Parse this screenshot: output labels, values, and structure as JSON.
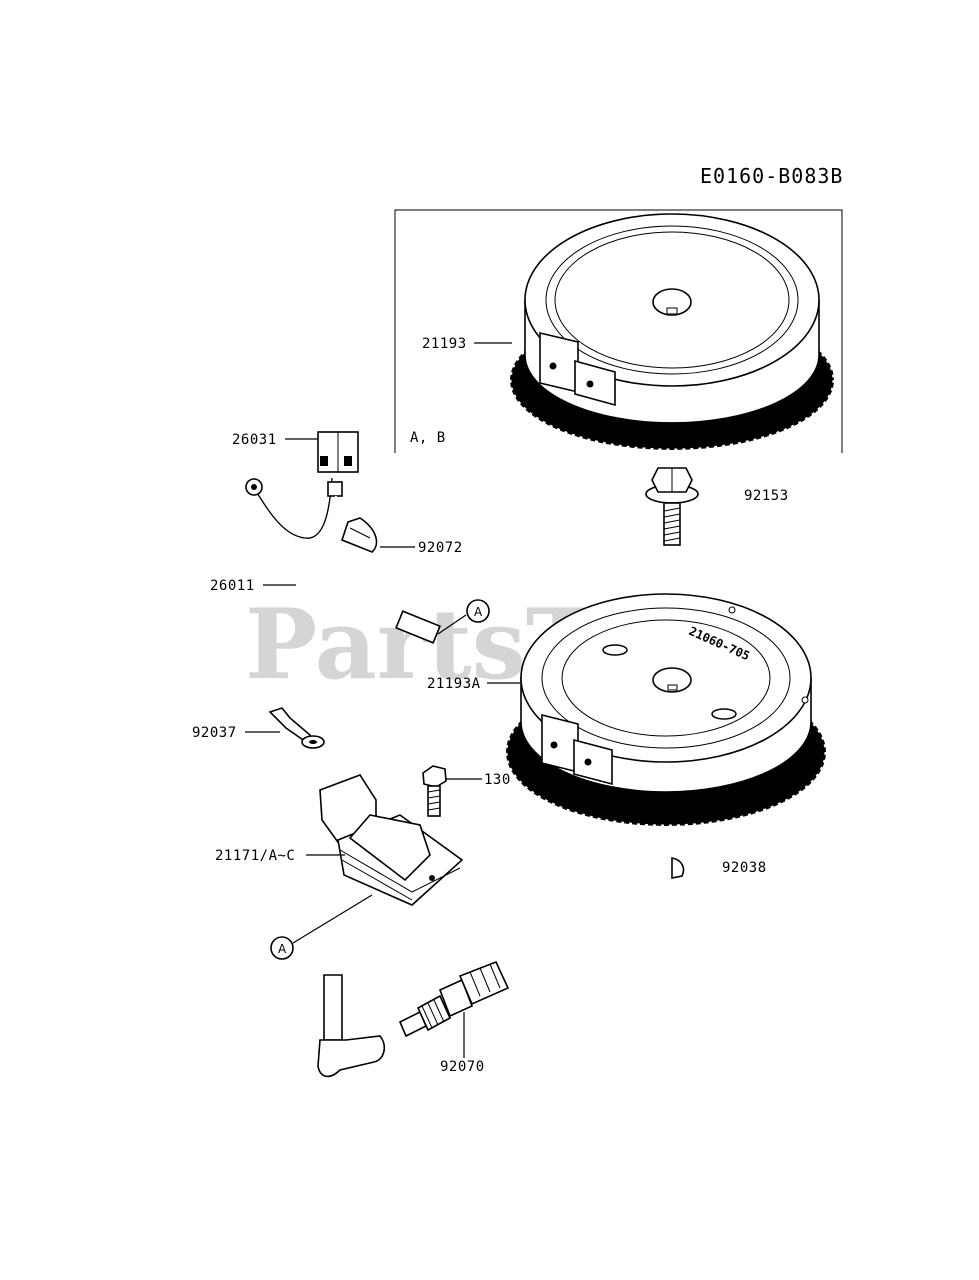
{
  "diagram": {
    "code": "E0160-B083B",
    "watermark": "PartsTree",
    "group_note": "A, B",
    "flywheel_stamp": "21060-705",
    "ref_marker": "A",
    "labels": {
      "p21193": "21193",
      "p26031": "26031",
      "p92153": "92153",
      "p92072": "92072",
      "p26011": "26011",
      "p21193A": "21193A",
      "p92037": "92037",
      "p130": "130",
      "p21171": "21171/A~C",
      "p92038": "92038",
      "p92070": "92070"
    }
  }
}
